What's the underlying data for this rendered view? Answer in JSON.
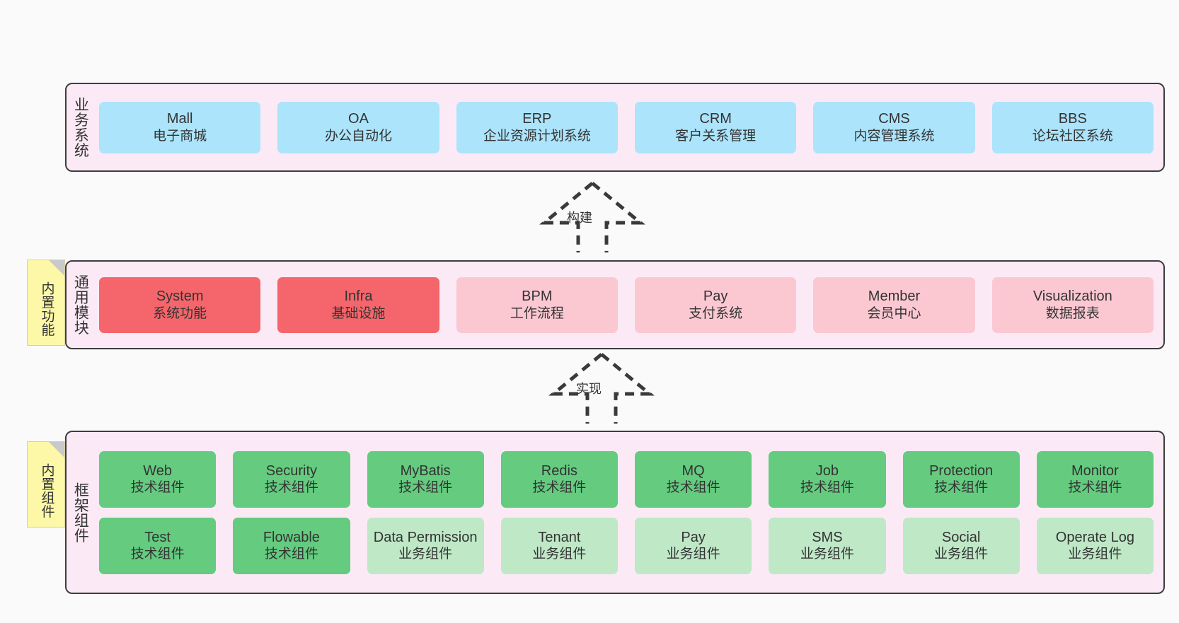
{
  "diagram": {
    "title_hidden": "",
    "background": "#fafafa",
    "colors": {
      "band_fill": "#fbeaf5",
      "band_stroke": "#3d3d3d",
      "blue": "#ace4fb",
      "red": "#f4666b",
      "pink": "#fbc8d2",
      "green": "#64cb7f",
      "light_green": "#bfe8c7",
      "note_yellow": "#fcf8a8",
      "note_fold": "#c9c9c9"
    }
  },
  "layers": {
    "business": {
      "title": "业务系统",
      "cards": [
        {
          "en": "Mall",
          "cn": "电子商城"
        },
        {
          "en": "OA",
          "cn": "办公自动化"
        },
        {
          "en": "ERP",
          "cn": "企业资源计划系统"
        },
        {
          "en": "CRM",
          "cn": "客户关系管理"
        },
        {
          "en": "CMS",
          "cn": "内容管理系统"
        },
        {
          "en": "BBS",
          "cn": "论坛社区系统"
        }
      ]
    },
    "common": {
      "title": "通用模块",
      "cards": [
        {
          "en": "System",
          "cn": "系统功能",
          "tone": "red"
        },
        {
          "en": "Infra",
          "cn": "基础设施",
          "tone": "red"
        },
        {
          "en": "BPM",
          "cn": "工作流程",
          "tone": "pink"
        },
        {
          "en": "Pay",
          "cn": "支付系统",
          "tone": "pink"
        },
        {
          "en": "Member",
          "cn": "会员中心",
          "tone": "pink"
        },
        {
          "en": "Visualization",
          "cn": "数据报表",
          "tone": "pink"
        }
      ]
    },
    "framework": {
      "title": "框架组件",
      "row1": [
        {
          "en": "Web",
          "cn": "技术组件",
          "tone": "green"
        },
        {
          "en": "Security",
          "cn": "技术组件",
          "tone": "green"
        },
        {
          "en": "MyBatis",
          "cn": "技术组件",
          "tone": "green"
        },
        {
          "en": "Redis",
          "cn": "技术组件",
          "tone": "green"
        },
        {
          "en": "MQ",
          "cn": "技术组件",
          "tone": "green"
        },
        {
          "en": "Job",
          "cn": "技术组件",
          "tone": "green"
        },
        {
          "en": "Protection",
          "cn": "技术组件",
          "tone": "green"
        },
        {
          "en": "Monitor",
          "cn": "技术组件",
          "tone": "green"
        }
      ],
      "row2": [
        {
          "en": "Test",
          "cn": "技术组件",
          "tone": "green"
        },
        {
          "en": "Flowable",
          "cn": "技术组件",
          "tone": "green"
        },
        {
          "en": "Data Permission",
          "cn": "业务组件",
          "tone": "lgreen"
        },
        {
          "en": "Tenant",
          "cn": "业务组件",
          "tone": "lgreen"
        },
        {
          "en": "Pay",
          "cn": "业务组件",
          "tone": "lgreen"
        },
        {
          "en": "SMS",
          "cn": "业务组件",
          "tone": "lgreen"
        },
        {
          "en": "Social",
          "cn": "业务组件",
          "tone": "lgreen"
        },
        {
          "en": "Operate Log",
          "cn": "业务组件",
          "tone": "lgreen"
        }
      ]
    }
  },
  "notes": [
    {
      "id": "builtin-func",
      "text": "内置功能"
    },
    {
      "id": "builtin-comp",
      "text": "内置组件"
    }
  ],
  "connectors": [
    {
      "id": "build",
      "label": "构建",
      "style": "dashed-generalization",
      "direction": "up"
    },
    {
      "id": "impl",
      "label": "实现",
      "style": "dashed-generalization",
      "direction": "up"
    }
  ]
}
